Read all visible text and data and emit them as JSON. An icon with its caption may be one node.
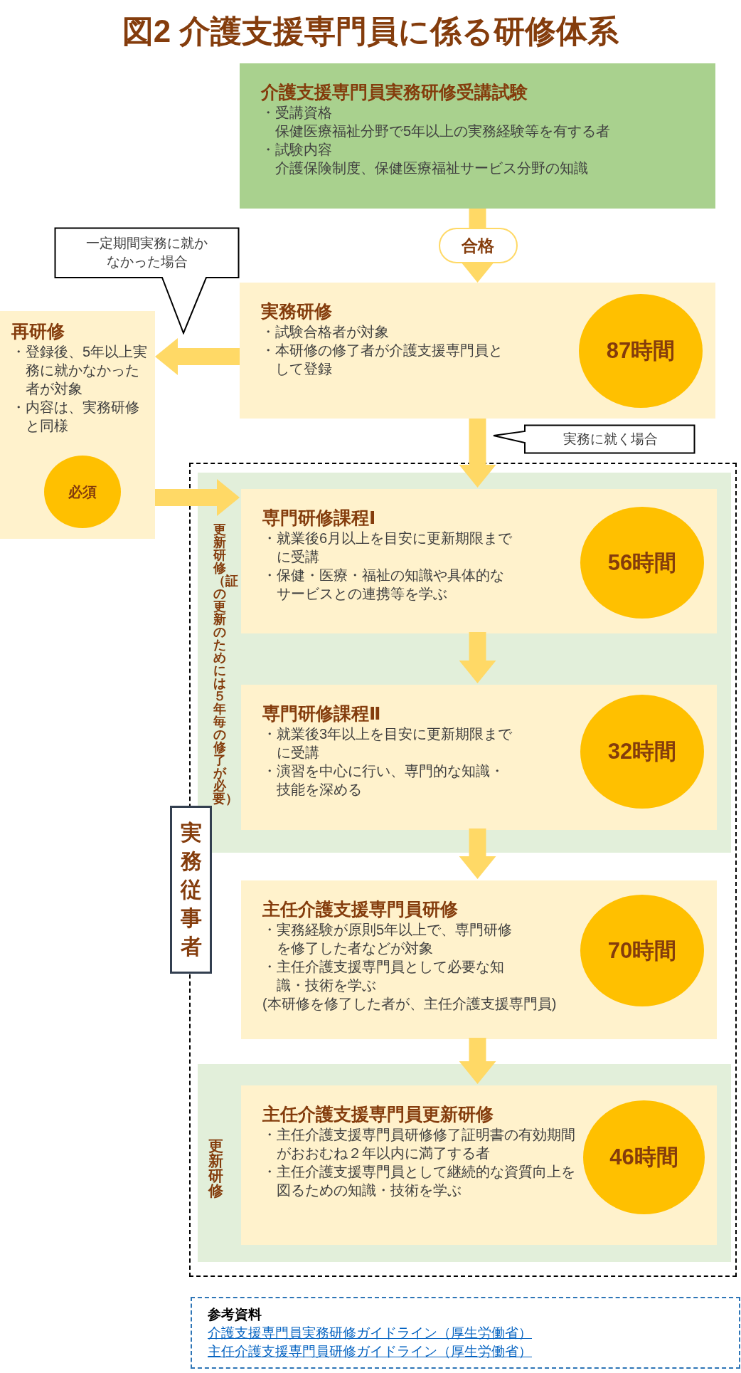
{
  "diagram": {
    "title": "図2 介護支援専門員に係る研修体系",
    "nodes": [
      {
        "text": [
          "介護支援専門員実務研修受講試験",
          "・受講資格",
          "保健医療福祉分野で5年以上の実務経験等を有する者",
          "・試験内容",
          "介護保険制度、保健医療福祉サービス分野の知識"
        ]
      },
      {
        "text": [
          "実務研修",
          "・試験合格者が対象",
          "・本研修の修了者が介護支援専門員として登録"
        ]
      },
      {
        "text": [
          "87時間"
        ],
        "in": 1
      },
      {
        "text": [
          "一定期間実務に就かなかった場合"
        ]
      },
      {
        "text": [
          "再研修",
          "・登録後、5年以上実務に就かなかった者が対象",
          "・内容は、実務研修と同様"
        ]
      },
      {
        "text": [
          "必須"
        ],
        "in": 4
      },
      {
        "text": [
          "実務に就く場合"
        ]
      },
      {
        "text": [],
        "shape": "box"
      },
      {
        "text": [
          "更新研修（証の更新のためには５年毎の修了が必要）"
        ],
        "in": 7
      },
      {
        "text": [
          "専門研修課程Ⅰ",
          "・就業後6月以上を目安に更新期限までに受講",
          "・保健・医療・福祉の知識や具体的なサービスとの連携等を学ぶ"
        ],
        "in": 8
      },
      {
        "text": [
          "56時間"
        ],
        "in": 9
      },
      {
        "text": [
          "専門研修課程Ⅱ",
          "・就業後3年以上を目安に更新期限までに受講",
          "・演習を中心に行い、専門的な知識・技能を深める"
        ],
        "in": 8
      },
      {
        "text": [
          "32時間"
        ],
        "in": 11
      },
      {
        "text": [
          "主任介護支援専門員研修",
          "・実務経験が原則5年以上で、専門研修を修了した者などが対象",
          "・主任介護支援専門員として必要な知識・技術を学ぶ",
          "(本研修を修了した者が、主任介護支援専門員)"
        ],
        "in": 7
      },
      {
        "text": [
          "70時間"
        ],
        "in": 13
      },
      {
        "text": [
          "更新研修"
        ],
        "in": 7
      },
      {
        "text": [
          "主任介護支援専門員更新研修",
          "・主任介護支援専門員研修修了証明書の有効期間がおおむね２年以内に満了する者",
          "・主任介護支援専門員として継続的な資質向上を図るための知識・技術を学ぶ"
        ],
        "in": 15
      },
      {
        "text": [
          "46時間"
        ],
        "in": 16
      },
      {
        "text": [
          "実務従事者"
        ]
      },
      {
        "text": [
          "参考資料",
          "介護支援専門員実務研修ガイドライン（厚生労働省）",
          "主任介護支援専門員研修ガイドライン（厚生労働省）"
        ]
      }
    ],
    "edges": [
      {
        "from": 0,
        "to": 1,
        "arrow": "to",
        "label": "合格"
      },
      {
        "from": 1,
        "to": 4,
        "arrow": "to"
      },
      {
        "from": 4,
        "to": 9,
        "arrow": "to"
      },
      {
        "from": 1,
        "to": 9,
        "arrow": "to"
      },
      {
        "from": 9,
        "to": 11,
        "arrow": "to"
      },
      {
        "from": 11,
        "to": 13,
        "arrow": "to"
      },
      {
        "from": 13,
        "to": 16,
        "arrow": "to"
      }
    ]
  }
}
